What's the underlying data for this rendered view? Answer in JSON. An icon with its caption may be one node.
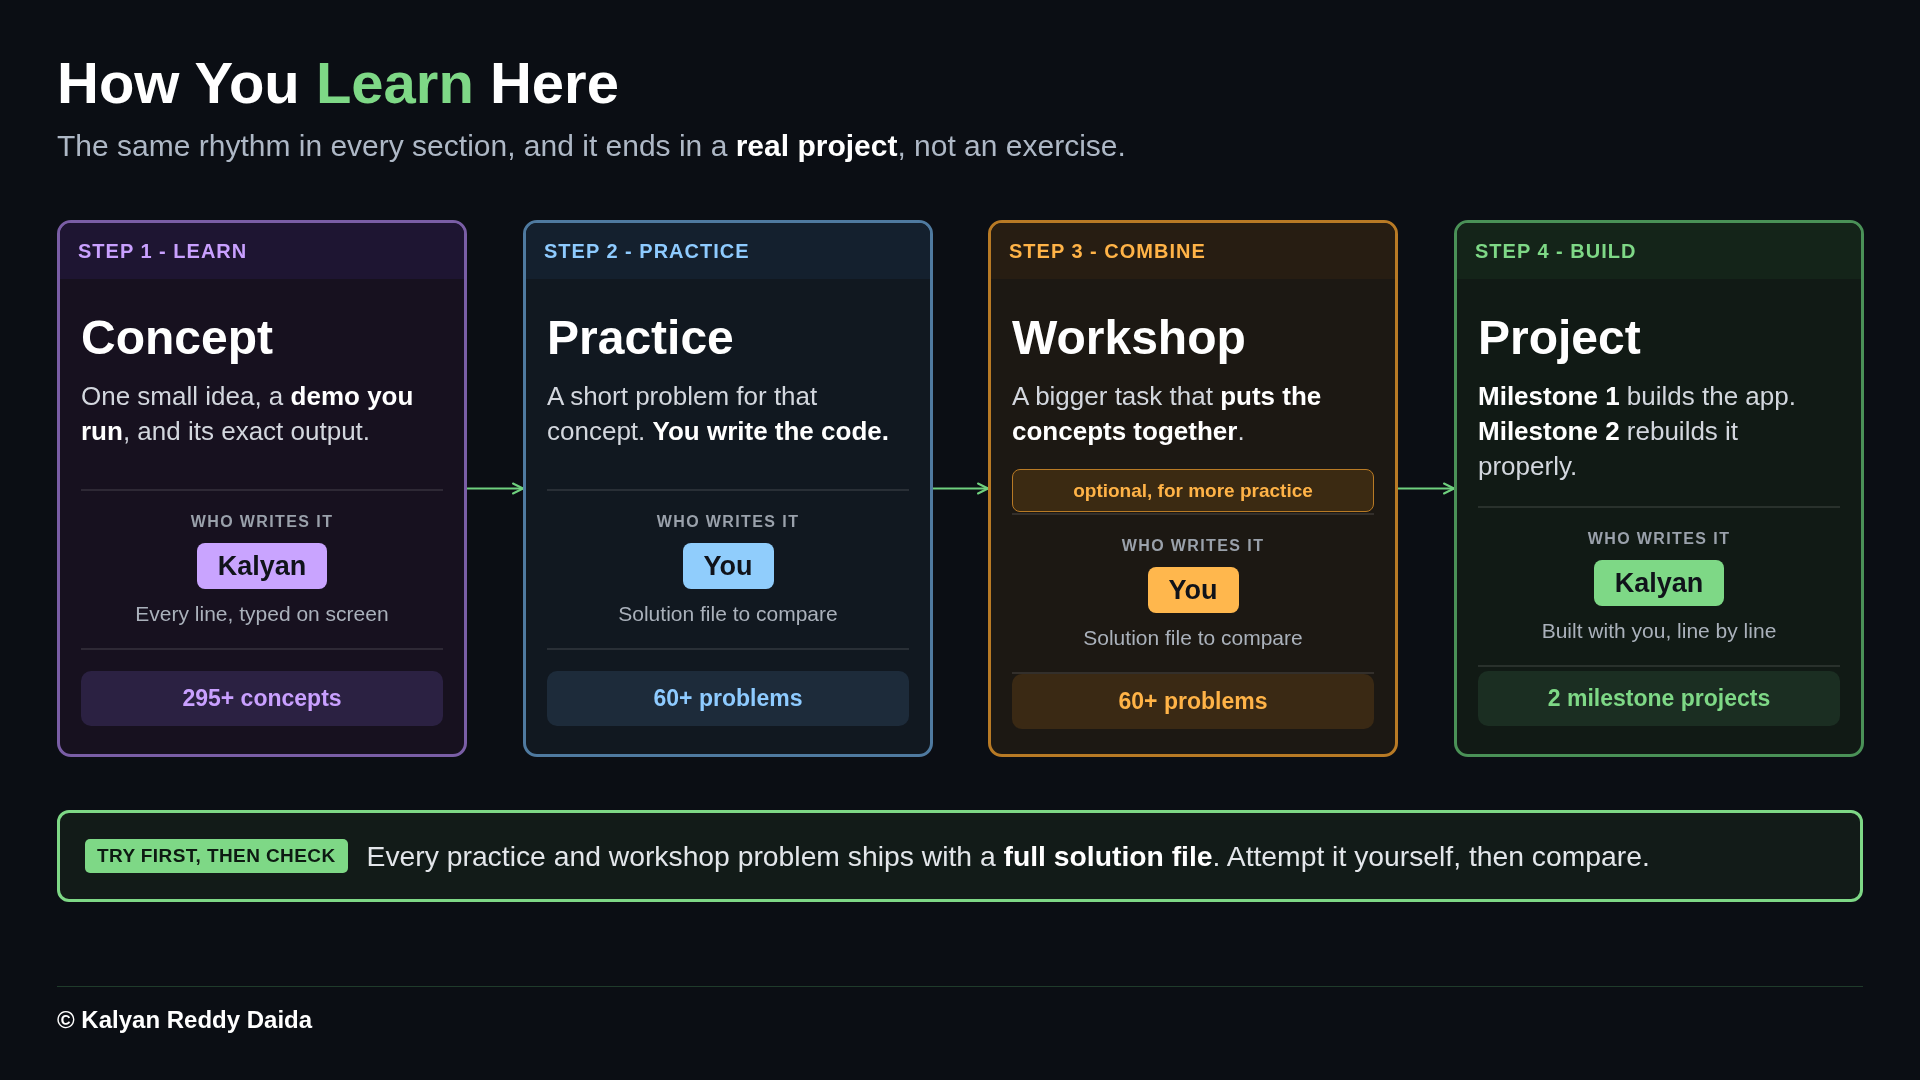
{
  "diagram": {
    "title": "How You Learn Here",
    "nodes": [
      {
        "text": [
          "Concept",
          "One small idea, a **demo you run**, and its exact output.",
          "WHO WRITES IT",
          "Every line, typed on screen"
        ]
      },
      {
        "text": [
          "STEP 1 - LEARN"
        ],
        "in": 0
      },
      {
        "text": [
          "Kalyan"
        ],
        "in": 0
      },
      {
        "text": [
          "295+ concepts"
        ],
        "in": 0
      },
      {
        "text": [
          "Practice",
          "A short problem for that concept. **You write the code.**",
          "WHO WRITES IT",
          "Solution file to compare"
        ]
      },
      {
        "text": [
          "STEP 2 - PRACTICE"
        ],
        "in": 4
      },
      {
        "text": [
          "You"
        ],
        "in": 4
      },
      {
        "text": [
          "60+ problems"
        ],
        "in": 4
      },
      {
        "text": [
          "Workshop",
          "A bigger task that **puts the concepts together**.",
          "WHO WRITES IT",
          "Solution file to compare"
        ]
      },
      {
        "text": [
          "STEP 3 - COMBINE"
        ],
        "in": 8
      },
      {
        "text": [
          "optional, for more practice"
        ],
        "in": 8
      },
      {
        "text": [
          "You"
        ],
        "in": 8
      },
      {
        "text": [
          "60+ problems"
        ],
        "in": 8
      },
      {
        "text": [
          "Project",
          "**Milestone 1** builds the app. **Milestone 2** rebuilds it properly.",
          "WHO WRITES IT",
          "Built with you, line by line"
        ]
      },
      {
        "text": [
          "STEP 4 - BUILD"
        ],
        "in": 13
      },
      {
        "text": [
          "Kalyan"
        ],
        "in": 13
      },
      {
        "text": [
          "2 milestone projects"
        ],
        "in": 13
      },
      {
        "text": [
          "Every practice and workshop problem ships with a **full solution file**. Attempt it yourself, then compare."
        ]
      },
      {
        "text": [
          "TRY FIRST, THEN CHECK"
        ],
        "in": 17
      }
    ],
    "edges": [
      {
        "from": 0,
        "to": 4,
        "arrow": "to"
      },
      {
        "from": 4,
        "to": 8,
        "arrow": "to"
      },
      {
        "from": 8,
        "to": 13,
        "arrow": "to"
      }
    ],
    "labels": [
      "The same rhythm in every section, and it ends in a **real project**, not an exercise.",
      "© Kalyan Reddy Daida"
    ]
  }
}
